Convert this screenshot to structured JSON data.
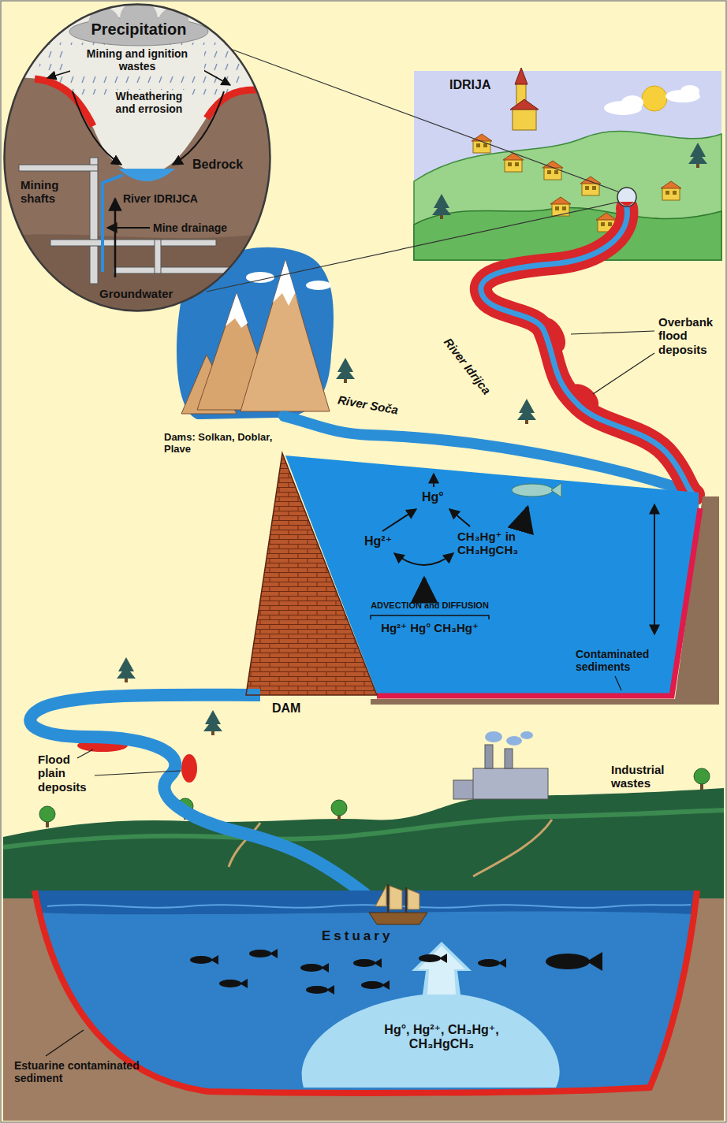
{
  "diagram": {
    "nodes": [
      {
        "text": [
          "Mining and ignition wastes",
          "Wheathering and errosion",
          "Bedrock",
          "Mining shafts",
          "River IDRIJCA",
          "Mine drainage",
          "Groundwater"
        ]
      },
      {
        "text": [
          "Precipitation"
        ],
        "in": 0
      },
      {
        "text": [
          "IDRIJA"
        ]
      },
      {
        "text": [
          "Dams: Solkan, Doblar, Plave",
          "DAM"
        ]
      },
      {
        "text": [
          "Hg°",
          "Hg²⁺",
          "CH₃Hg⁺ in CH₃HgCH₃",
          "ADVECTION and DIFFUSION",
          "Hg²⁺ Hg° CH₃Hg⁺"
        ]
      },
      {
        "text": [
          "Estuary",
          "Hg°, Hg²⁺, CH₃Hg⁺, CH₃HgCH₃"
        ]
      }
    ],
    "labels": [
      "River Idrijca",
      "Overbank flood deposits",
      "River Soča",
      "Contaminated sediments",
      "Flood plain deposits",
      "Industrial wastes",
      "Estuarine contaminated sediment"
    ]
  }
}
